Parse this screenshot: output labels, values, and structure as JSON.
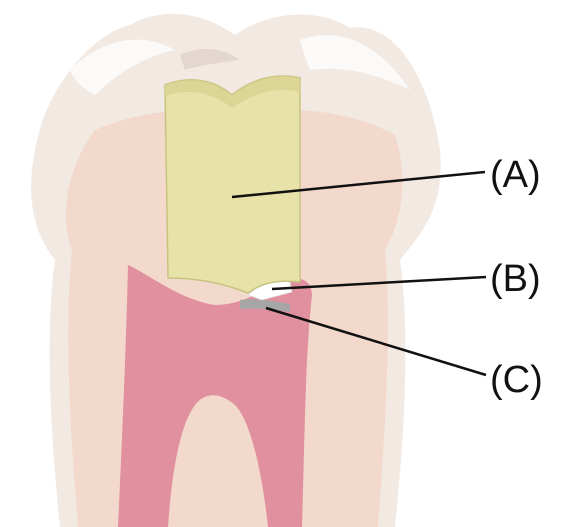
{
  "labels": {
    "a": "(A)",
    "b": "(B)",
    "c": "(C)"
  },
  "colors": {
    "enamel": "#f3e9e3",
    "enamel_highlight": "#ffffff",
    "dentin": "#f2d9cc",
    "pulp": "#e0909e",
    "filling": "#e6e2a8",
    "filling_stroke": "#c9c380",
    "liner": "#ffffff",
    "base": "#a6a6a6",
    "leader_line": "#111111"
  }
}
